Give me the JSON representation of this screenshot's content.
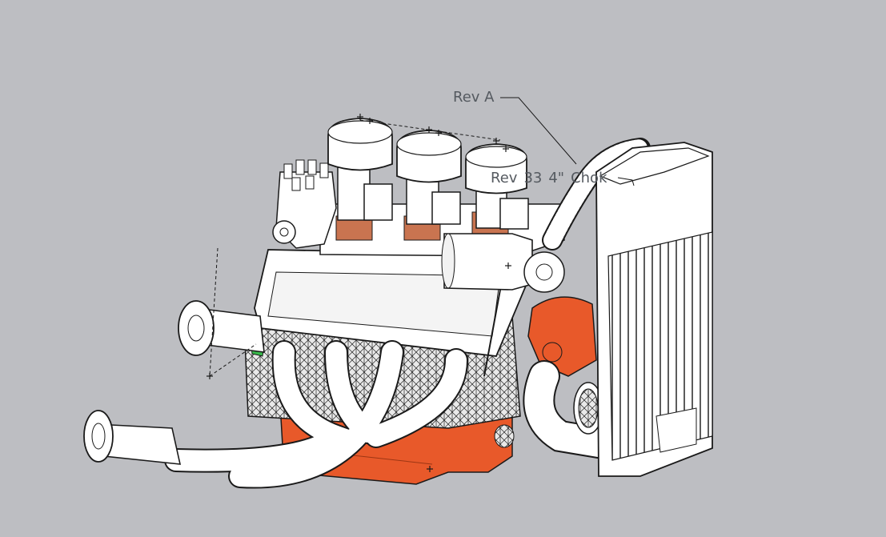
{
  "viewport": {
    "background": "#bdbec2",
    "model_colors": {
      "engine_block_orange": "#e8592a",
      "body_white": "#ffffff",
      "outline": "#1a1a1a",
      "green_accent": "#38b84a"
    }
  },
  "annotations": {
    "rev_a": "Rev A",
    "rev_b_parts": [
      "Rev",
      "33",
      "4\"",
      "Chok"
    ]
  },
  "icons": {
    "dimension_markers": "crosshair-plus",
    "leader_arrow": "arrow-head"
  }
}
